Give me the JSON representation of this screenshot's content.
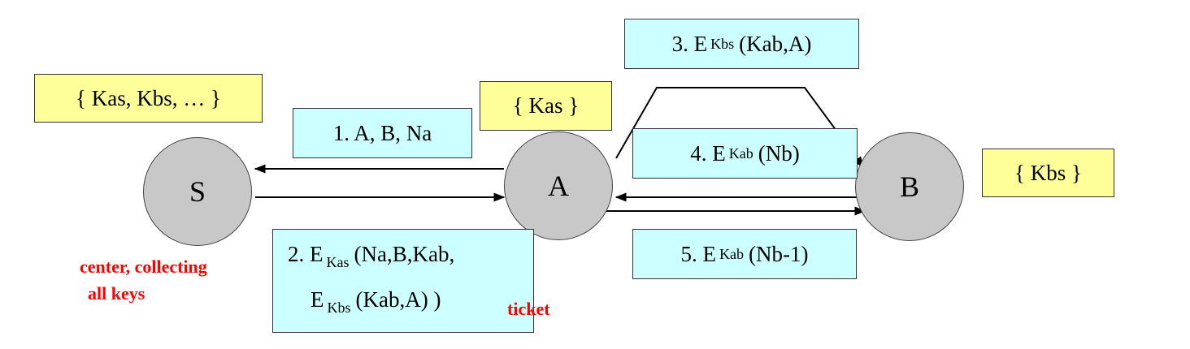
{
  "nodes": {
    "s": "S",
    "a": "A",
    "b": "B"
  },
  "keysets": {
    "server": "{ Kas, Kbs, … }",
    "alice": "{ Kas }",
    "bob": "{ Kbs }"
  },
  "messages": {
    "m1": {
      "text": "1. A, B, Na"
    },
    "m2": {
      "line1_pre": "2. E",
      "line1_sub": "Kas",
      "line1_post": "(Na,B,Kab,",
      "line2_pre": "E",
      "line2_sub": "Kbs",
      "line2_post": "(Kab,A) )"
    },
    "m3": {
      "pre": "3. E",
      "sub": "Kbs",
      "post": "(Kab,A)"
    },
    "m4": {
      "pre": "4. E",
      "sub": "Kab",
      "post": "(Nb)"
    },
    "m5": {
      "pre": "5. E",
      "sub": "Kab",
      "post": "(Nb-1)"
    }
  },
  "annotations": {
    "center_line1": "center, collecting",
    "center_line2": "all keys",
    "ticket": "ticket"
  },
  "colors": {
    "node_fill": "#c8c8c8",
    "keyset_fill": "#ffff99",
    "message_fill": "#ccffff",
    "annotation": "#ff0000"
  }
}
